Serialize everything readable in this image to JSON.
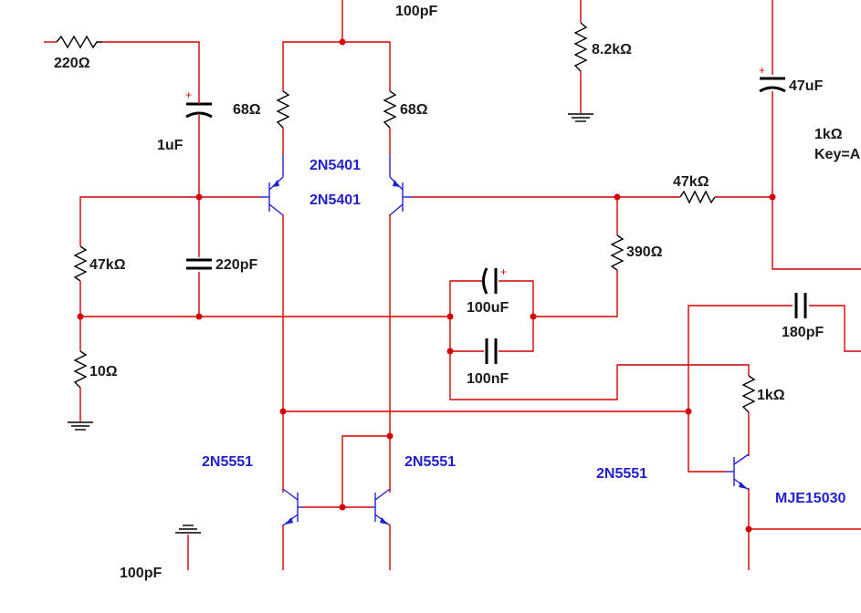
{
  "colors": {
    "wire": "#d40000",
    "component": "#000000",
    "transistor": "#1f1fd0",
    "background": "#ffffff"
  },
  "labels": {
    "c_top": "100pF",
    "r_input": "220Ω",
    "c_input": "1uF",
    "r_tail_left": "68Ω",
    "r_tail_right": "68Ω",
    "q1": "2N5401",
    "q2": "2N5401",
    "r_bias_top": "47kΩ",
    "c_bias": "220pF",
    "r_bias_bottom": "10Ω",
    "r_8k2": "8.2kΩ",
    "c_47u": "47uF",
    "r_1k_key": "1kΩ",
    "key_text": "Key=A",
    "r_feedback": "47kΩ",
    "r_390": "390Ω",
    "c_100u": "100uF",
    "c_100n": "100nF",
    "c_180p": "180pF",
    "r_1k_vas": "1kΩ",
    "q3": "2N5551",
    "q4": "2N5551",
    "q5": "2N5551",
    "q6": "MJE15030",
    "c_bottom_cut": "100pF"
  }
}
